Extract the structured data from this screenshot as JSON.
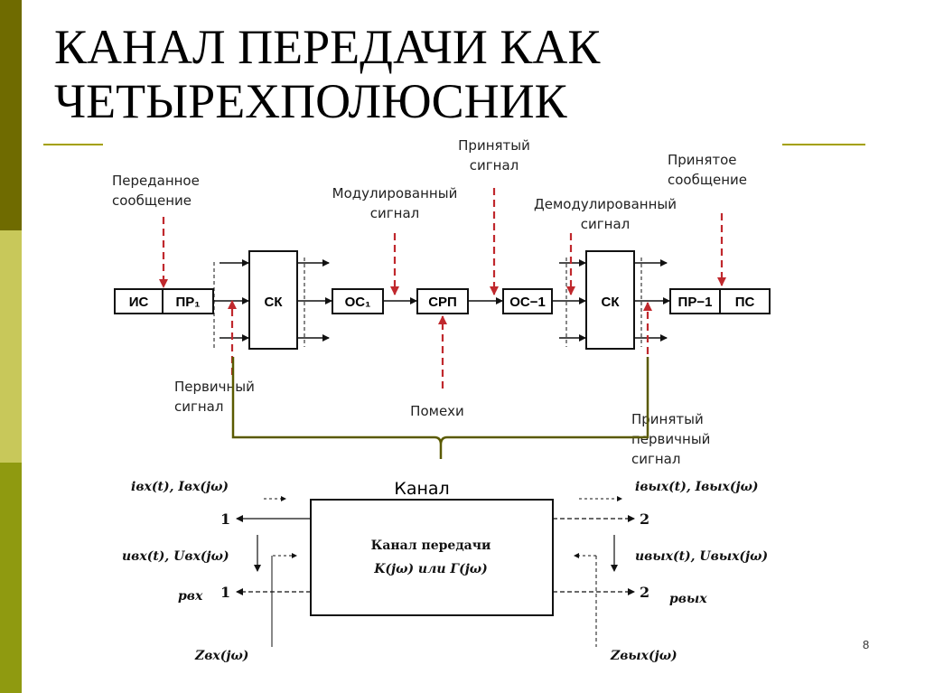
{
  "title": {
    "line1": "КАНАЛ ПЕРЕДАЧИ КАК",
    "line2": "ЧЕТЫРЕХПОЛЮСНИК"
  },
  "page_number": "8",
  "top_diagram": {
    "blocks": {
      "is": "ИС",
      "pr1": "ПР₁",
      "sk1": "СК",
      "os1": "ОС₁",
      "srp": "СРП",
      "os_inv": "ОС−1",
      "sk2": "СК",
      "pr_inv": "ПР−1",
      "ps": "ПС"
    },
    "labels": {
      "transmitted_message_1": "Переданное",
      "transmitted_message_2": "сообщение",
      "modulated_signal_1": "Модулированный",
      "modulated_signal_2": "сигнал",
      "received_signal_1": "Принятый",
      "received_signal_2": "сигнал",
      "demodulated_signal_1": "Демодулированный",
      "demodulated_signal_2": "сигнал",
      "received_message_1": "Принятое",
      "received_message_2": "сообщение",
      "primary_signal_1": "Первичный",
      "primary_signal_2": "сигнал",
      "noise": "Помехи",
      "received_primary_1": "Принятый",
      "received_primary_2": "первичный",
      "received_primary_3": "сигнал",
      "channel": "Канал"
    }
  },
  "bottom_diagram": {
    "box_line1": "Канал передачи",
    "box_line2": "K(jω) или Г(jω)",
    "left": {
      "current": "iвх(t), Iвх(jω)",
      "voltage": "uвх(t), Uвх(jω)",
      "power": "pвх",
      "impedance": "Zвх(jω)",
      "terminal_top": "1",
      "terminal_bottom": "1"
    },
    "right": {
      "current": "iвых(t), Iвых(jω)",
      "voltage": "uвых(t), Uвых(jω)",
      "power": "pвых",
      "impedance": "Zвых(jω)",
      "terminal_top": "2",
      "terminal_bottom": "2"
    }
  },
  "colors": {
    "accent_dark": "#6f6b00",
    "accent_light": "#c8c85a",
    "accent_mid": "#8f9a10",
    "rule": "#a4a000",
    "probe_arrow": "#c0282d",
    "bracket": "#5a5a00"
  }
}
